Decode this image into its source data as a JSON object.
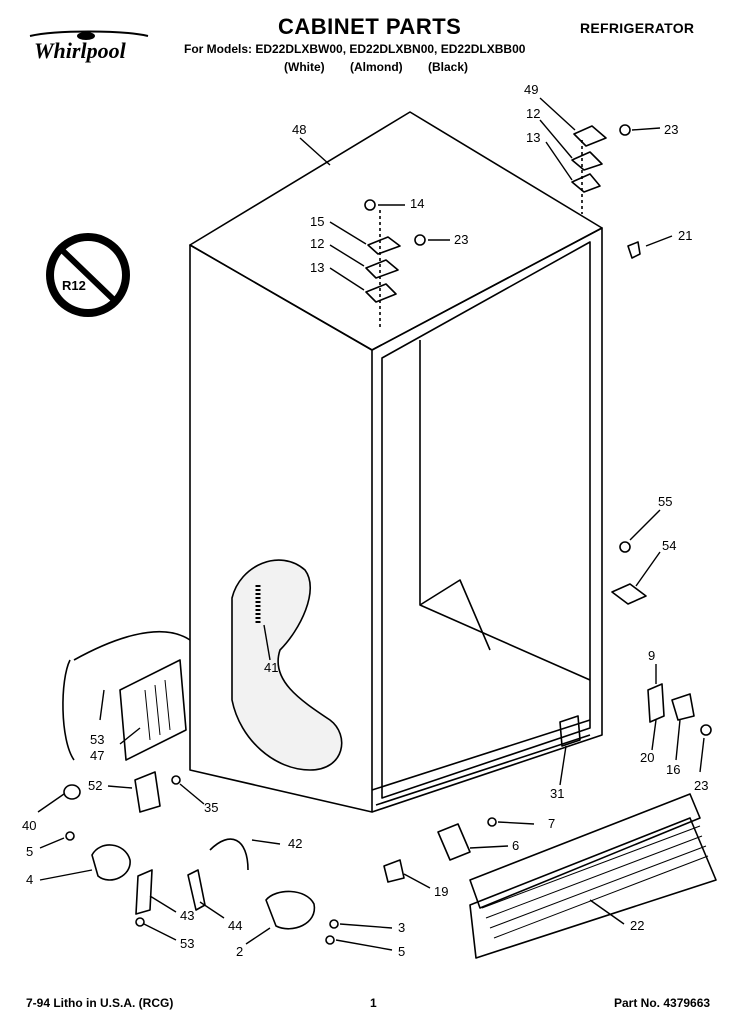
{
  "header": {
    "title": "CABINET PARTS",
    "appliance": "REFRIGERATOR",
    "models_line": "For Models: ED22DLXBW00, ED22DLXBN00, ED22DLXBB00",
    "colors": [
      "(White)",
      "(Almond)",
      "(Black)"
    ],
    "brand": "Whirlpool"
  },
  "footer": {
    "litho": "7-94 Litho in U.S.A. (RCG)",
    "page": "1",
    "part_no": "Part No. 4379663"
  },
  "part_labels": {
    "p48": "48",
    "p49": "49",
    "p12a": "12",
    "p13a": "13",
    "p23a": "23",
    "p21": "21",
    "p14": "14",
    "p15": "15",
    "p12b": "12",
    "p23b": "23",
    "p13b": "13",
    "p55": "55",
    "p54": "54",
    "p9": "9",
    "p20": "20",
    "p16": "16",
    "p23c": "23",
    "p31": "31",
    "p41": "41",
    "p53a": "53",
    "p47": "47",
    "p40": "40",
    "p52": "52",
    "p35": "35",
    "p5a": "5",
    "p4": "4",
    "p42": "42",
    "p7": "7",
    "p6": "6",
    "p19": "19",
    "p43": "43",
    "p44": "44",
    "p53b": "53",
    "p3": "3",
    "p5b": "5",
    "p2": "2",
    "p22": "22"
  }
}
